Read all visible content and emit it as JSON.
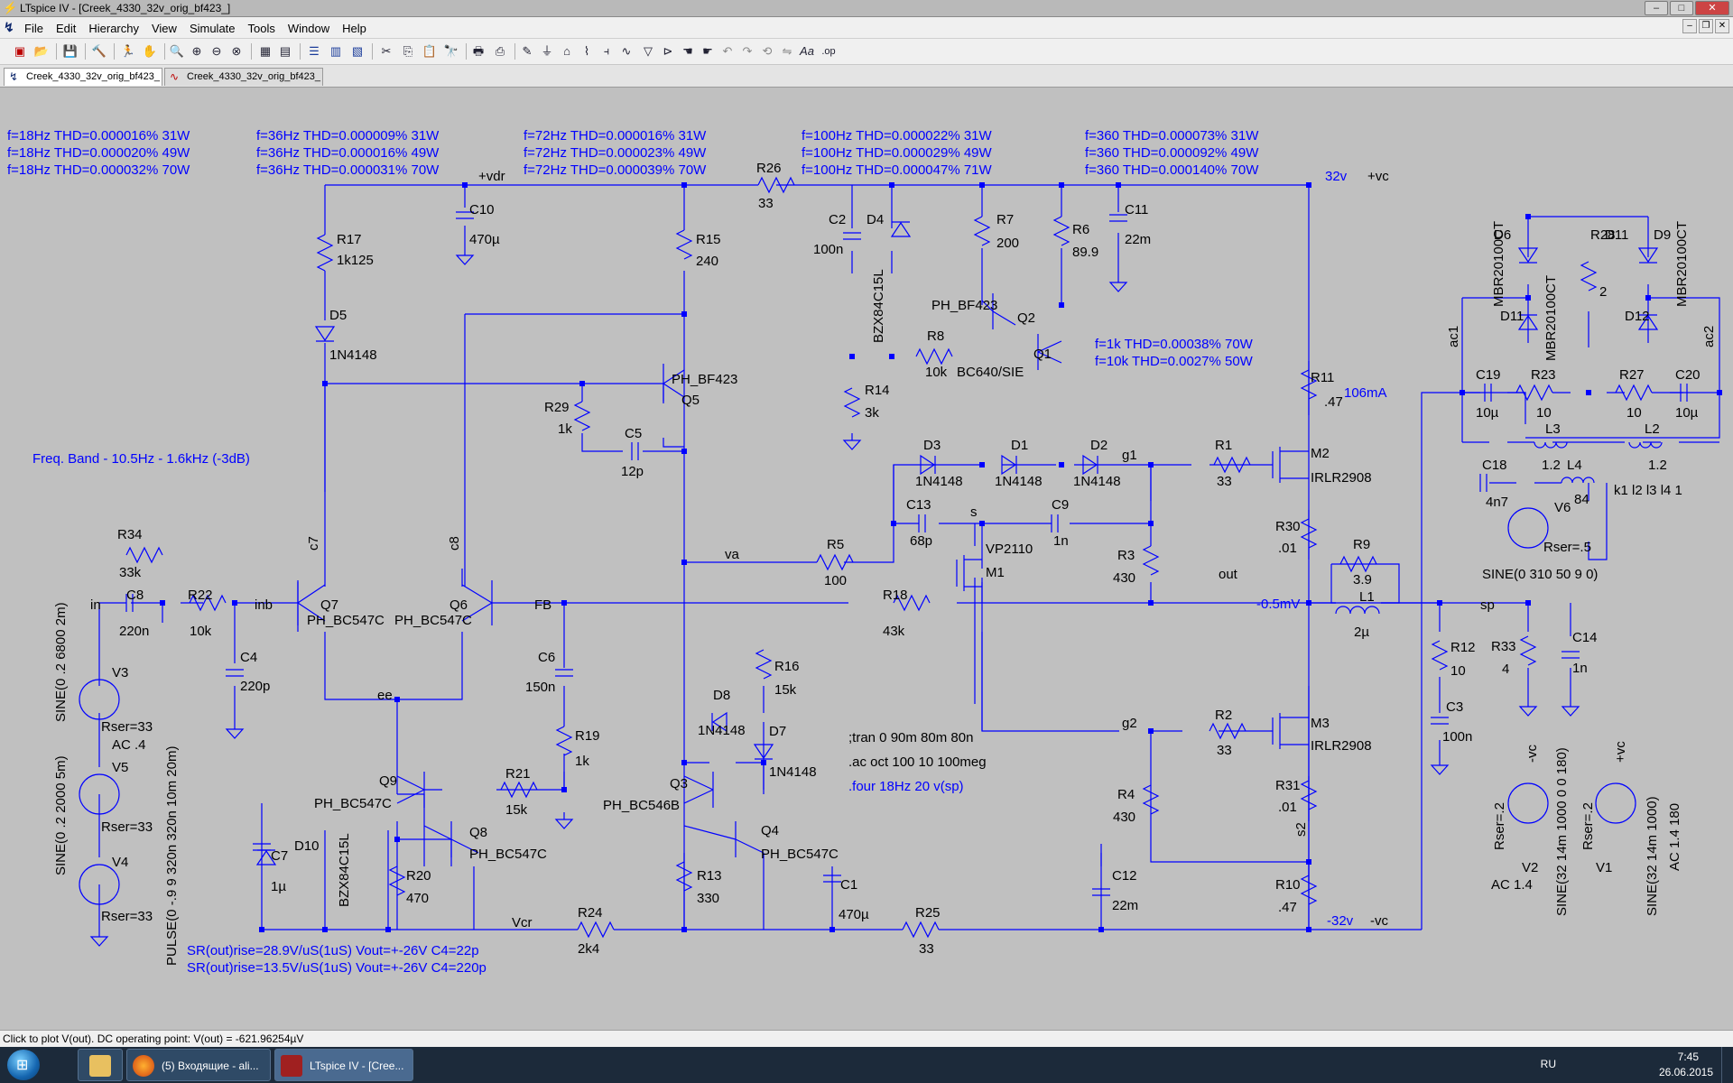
{
  "window": {
    "title": "LTspice IV - [Creek_4330_32v_orig_bf423_]",
    "minimize": "–",
    "maximize": "□",
    "close": "✕"
  },
  "menu": [
    "File",
    "Edit",
    "Hierarchy",
    "View",
    "Simulate",
    "Tools",
    "Window",
    "Help"
  ],
  "tabs": [
    {
      "label": "Creek_4330_32v_orig_bf423_",
      "active": true
    },
    {
      "label": "Creek_4330_32v_orig_bf423_",
      "active": false
    }
  ],
  "schematic": {
    "thd_blocks": [
      [
        "f=18Hz   THD=0.000016%   31W",
        "f=18Hz   THD=0.000020%   49W",
        "f=18Hz   THD=0.000032%   70W"
      ],
      [
        "f=36Hz   THD=0.000009%   31W",
        "f=36Hz   THD=0.000016%   49W",
        "f=36Hz   THD=0.000031%   70W"
      ],
      [
        "f=72Hz   THD=0.000016%   31W",
        "f=72Hz   THD=0.000023%   49W",
        "f=72Hz   THD=0.000039%   70W"
      ],
      [
        "f=100Hz   THD=0.000022%   31W",
        "f=100Hz   THD=0.000029%   49W",
        "f=100Hz   THD=0.000047%   71W"
      ],
      [
        "f=360   THD=0.000073%   31W",
        "f=360   THD=0.000092%   49W",
        "f=360   THD=0.000140%   70W"
      ]
    ],
    "thd_hf": [
      "f=1k   THD=0.00038%   70W",
      "f=10k  THD=0.0027%   50W"
    ],
    "freq_band": "Freq. Band - 10.5Hz - 1.6kHz (-3dB)",
    "sr_lines": [
      "SR(out)rise=28.9V/uS(1uS)    Vout=+-26V   C4=22p",
      "SR(out)rise=13.5V/uS(1uS)    Vout=+-26V   C4=220p"
    ],
    "directives": [
      ";tran 0 90m 80m 80n",
      ".ac oct 100 10 100meg",
      ".four 18Hz 20 v(sp)"
    ],
    "sources": {
      "v3": "SINE(0 .2 2000 5m)",
      "v5": "SINE(0 .2 6800 2m)",
      "v4": "PULSE(0 -.9 9 320n 320n 10m 20m)",
      "v6": "SINE(0 310 50 9 0)",
      "v2": "SINE(32 14m 1000 0 0 180)",
      "v1": "SINE(32 14m 1000)",
      "v2ac": "AC 1.4",
      "v1ac": "AC 1.4 180",
      "mutual": "k1 l2 l3 l4 1"
    },
    "labels": {
      "vdr": "+vdr",
      "vc_pos": "+vc",
      "v32": "32v",
      "vc_neg": "-vc",
      "vm32": "-32v",
      "out": "out",
      "outv": "-0.5mV",
      "sp": "sp",
      "fb": "FB",
      "inb": "inb",
      "in": "in",
      "ee": "ee",
      "va": "va",
      "vcr": "Vcr",
      "g1": "g1",
      "g2": "g2",
      "s": "s",
      "s2": "s2",
      "c7": "c7",
      "c8": "c8",
      "ac1": "ac1",
      "ac2": "ac2",
      "current": "106mA"
    }
  },
  "status": "Click to plot V(out).  DC operating point: V(out) = -621.96254µV",
  "taskbar": {
    "tasks": [
      "(5) Входящие - ali...",
      "LTspice IV - [Cree..."
    ],
    "lang": "RU",
    "time": "7:45",
    "date": "26.06.2015"
  }
}
